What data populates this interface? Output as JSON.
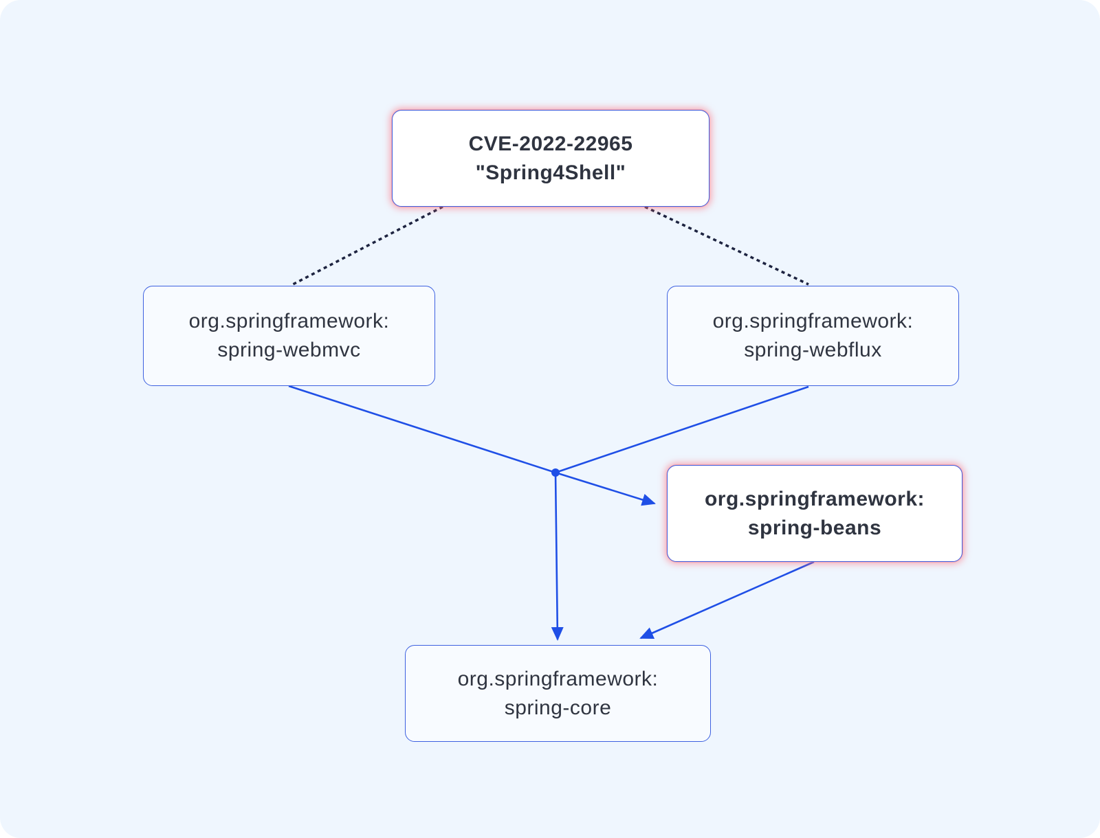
{
  "diagram": {
    "colors": {
      "background": "#eff6fe",
      "node_border": "#3c60e0",
      "edge": "#1f4fe6",
      "dotted_edge": "#1d2340",
      "highlight_glow": "#ff6978",
      "text": "#2f3440"
    },
    "nodes": {
      "cve": {
        "line1": "CVE-2022-22965",
        "line2": "\"Spring4Shell\"",
        "highlighted": true
      },
      "webmvc": {
        "line1": "org.springframework:",
        "line2": "spring-webmvc",
        "highlighted": false
      },
      "webflux": {
        "line1": "org.springframework:",
        "line2": "spring-webflux",
        "highlighted": false
      },
      "beans": {
        "line1": "org.springframework:",
        "line2": "spring-beans",
        "highlighted": true
      },
      "core": {
        "line1": "org.springframework:",
        "line2": "spring-core",
        "highlighted": false
      }
    },
    "edges": [
      {
        "from": "cve",
        "to": "webmvc",
        "style": "dotted"
      },
      {
        "from": "cve",
        "to": "webflux",
        "style": "dotted"
      },
      {
        "from": "webmvc",
        "to": "beans",
        "style": "solid-arrow",
        "via": "junction"
      },
      {
        "from": "webflux",
        "to": "beans",
        "style": "solid-arrow",
        "via": "junction"
      },
      {
        "from": "webmvc",
        "to": "core",
        "style": "solid-arrow",
        "via": "junction"
      },
      {
        "from": "webflux",
        "to": "core",
        "style": "solid-arrow",
        "via": "junction"
      },
      {
        "from": "beans",
        "to": "core",
        "style": "solid-arrow"
      }
    ]
  }
}
